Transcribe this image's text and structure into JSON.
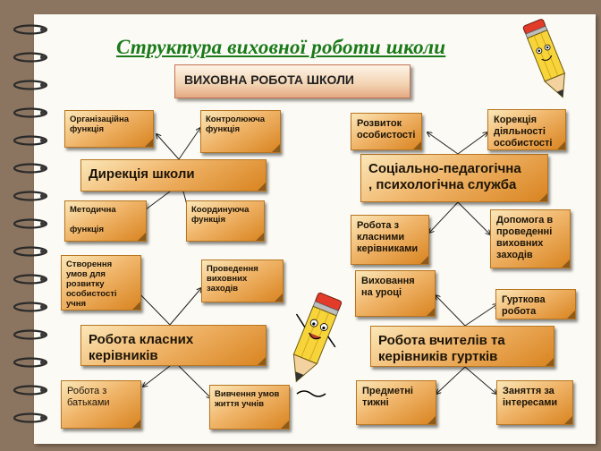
{
  "title": "Структура виховної роботи школи",
  "header": "ВИХОВНА РОБОТА ШКОЛИ",
  "groups": {
    "directorate": {
      "main": "Дирекція школи",
      "items": [
        "Організаційна\nфункція",
        "Контролююча\nфункція",
        "Методична\n\nфункція",
        "Координуюча\nфункція"
      ]
    },
    "social": {
      "main": "Соціально-педагогічна\n, психологічна служба",
      "items": [
        "Розвиток\nособистості",
        "Корекція\nдіяльності\nособистості",
        "Робота з\nкласними\nкерівниками",
        "Допомога в\nпроведенні\nвиховних\nзаходів"
      ]
    },
    "class_teachers": {
      "main": "Робота класних\nкерівників",
      "items": [
        "Створення\nумов для\nрозвитку\nособистості\nучня",
        "Проведення\nвиховних\nзаходів",
        "Робота з\nбатьками",
        "Вивчення умов\nжиття учнів"
      ]
    },
    "teachers": {
      "main": "Робота вчителів та\nкерівників гуртків",
      "items": [
        "Виховання\nна уроці",
        "Гурткова\nробота",
        "Предметні\nтижні",
        "Заняття за\nінтересами"
      ]
    }
  }
}
